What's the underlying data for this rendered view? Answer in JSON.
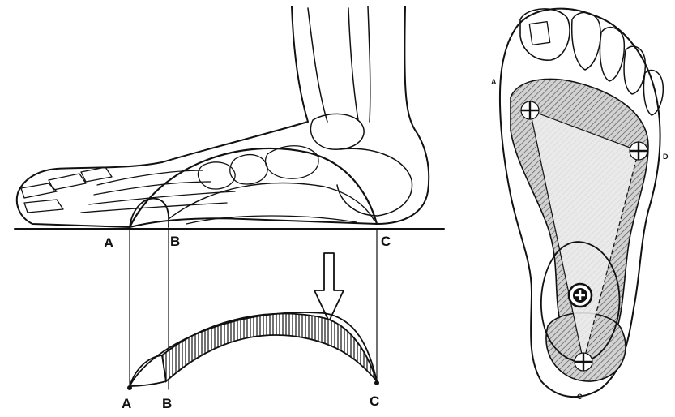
{
  "side_view": {
    "points": {
      "a": "A",
      "b": "B",
      "c": "C"
    }
  },
  "arch_view": {
    "points": {
      "a": "A",
      "b": "B",
      "c": "C"
    }
  },
  "sole_view": {
    "labels": {
      "a": "A",
      "c": "C",
      "d": "D"
    }
  },
  "colors": {
    "ink": "#111111",
    "hatch": "#8a8a8a",
    "paper": "#ffffff"
  }
}
